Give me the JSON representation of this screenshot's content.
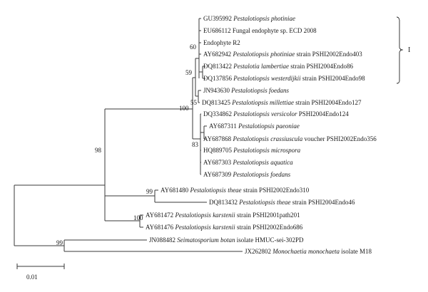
{
  "taxa": [
    {
      "id": "GU395992",
      "species": "Pestalotiopsis photiniae",
      "suffix": ""
    },
    {
      "id": "EU686112 Fungal endophyte sp. ECD 2008",
      "species": "",
      "suffix": ""
    },
    {
      "id": "Endophyte R2",
      "species": "",
      "suffix": ""
    },
    {
      "id": "AY682942",
      "species": "Pestalotiopsis photiniae",
      "suffix": "strain PSHI2002Endo403"
    },
    {
      "id": "DQ813422",
      "species": "Pestalotia lambertiae",
      "suffix": "strain PSHI2004Endo86"
    },
    {
      "id": "DQ137856",
      "species": "Pestalotiopsis westerdijkii",
      "suffix": "strain PSHI2004Endo98"
    },
    {
      "id": "JN943630",
      "species": "Pestalotiopsis foedans",
      "suffix": ""
    },
    {
      "id": "DQ813425",
      "species": "Pestalotiopsis millettiae",
      "suffix": "strain PSHI2004Endo127"
    },
    {
      "id": "DQ334862",
      "species": "Pestalotiopsis versicolor",
      "suffix": "PSHI2004Endo124"
    },
    {
      "id": "AY687311",
      "species": "Pestalotiopsis paeoniae",
      "suffix": ""
    },
    {
      "id": "AY687868",
      "species": "Pestalotiopsis crassiuscula",
      "suffix": "voucher PSHI2002Endo356"
    },
    {
      "id": "HQ889705",
      "species": "Pestalotiopsis microspora",
      "suffix": ""
    },
    {
      "id": "AY687303",
      "species": "Pestalotiopsis aquatica",
      "suffix": ""
    },
    {
      "id": "AY687309",
      "species": "Pestalotiopsis foedans",
      "suffix": ""
    },
    {
      "id": "AY681480",
      "species": "Pestalotiopsis theae",
      "suffix": "strain PSHI2002Endo310"
    },
    {
      "id": "DQ813432",
      "species": "Pestalotiopsis theae",
      "suffix": "strain PSHI2004Endo46"
    },
    {
      "id": "AY681472",
      "species": "Pestalotiopsis karstenii",
      "suffix": "strain PSHI2001path201"
    },
    {
      "id": "AY681476",
      "species": "Pestalotiopsis karstenii",
      "suffix": "strain PSHI2002Endo686"
    },
    {
      "id": "JN088482",
      "species": "Seimatosporium botan",
      "suffix": "isolate HMUC-sei-302PD"
    },
    {
      "id": "JX262802",
      "species": "Monochaetia monochaeta",
      "suffix": "isolate M18"
    }
  ],
  "bootstrap": [
    "60",
    "59",
    "55",
    "100",
    "83",
    "98",
    "99",
    "100",
    "99"
  ],
  "clade_label": "I",
  "scale_bar": "0.01"
}
